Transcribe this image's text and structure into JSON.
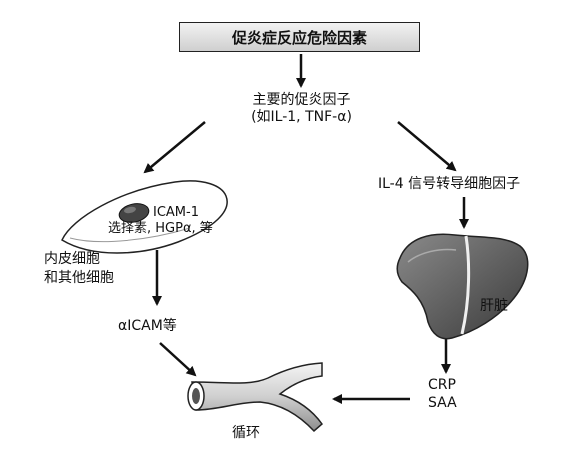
{
  "title": "促炎症反应危险因素",
  "main_factors": {
    "line1": "主要的促炎因子",
    "line2": "(如IL-1, TNF-α)"
  },
  "endothelial": {
    "label_line1": "ICAM-1",
    "label_line2": "选择素, HGPα, 等",
    "cell_line1": "内皮细胞",
    "cell_line2": "和其他细胞"
  },
  "aicam": "αICAM等",
  "circulation": "循环",
  "il4": "IL-4 信号转导细胞因子",
  "liver": "肝脏",
  "crp": "CRP",
  "saa": "SAA",
  "icons": [
    "cell-icon",
    "liver-icon",
    "blood-vessel-icon",
    "arrow-icon"
  ]
}
